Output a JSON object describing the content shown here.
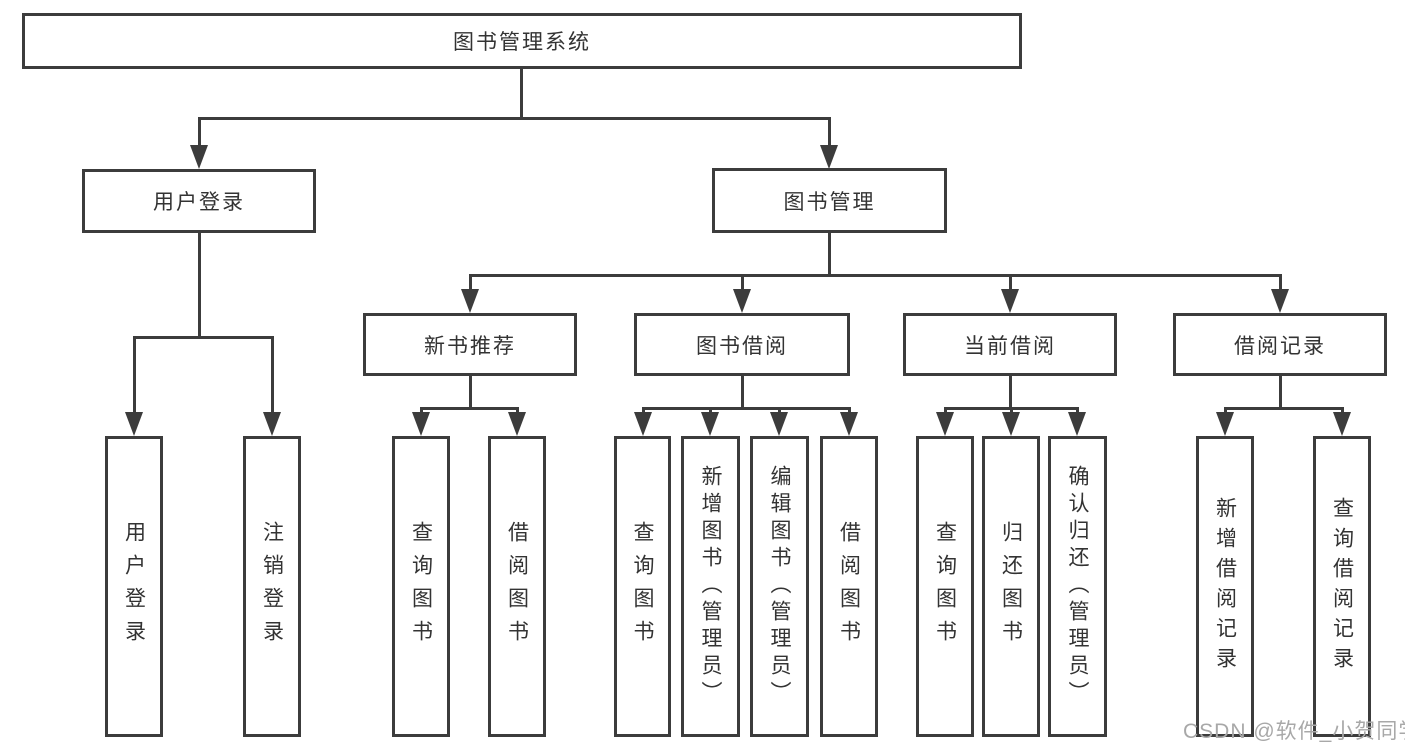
{
  "diagram": {
    "root": {
      "label": "图书管理系统"
    },
    "level2": [
      {
        "label": "用户登录"
      },
      {
        "label": "图书管理"
      }
    ],
    "level3": [
      {
        "label": "新书推荐"
      },
      {
        "label": "图书借阅"
      },
      {
        "label": "当前借阅"
      },
      {
        "label": "借阅记录"
      }
    ],
    "leaves": [
      {
        "label": "用户登录"
      },
      {
        "label": "注销登录"
      },
      {
        "label": "查询图书"
      },
      {
        "label": "借阅图书"
      },
      {
        "label": "查询图书"
      },
      {
        "label": "新增图书（管理员）"
      },
      {
        "label": "编辑图书（管理员）"
      },
      {
        "label": "借阅图书"
      },
      {
        "label": "查询图书"
      },
      {
        "label": "归还图书"
      },
      {
        "label": "确认归还（管理员）"
      },
      {
        "label": "新增借阅记录"
      },
      {
        "label": "查询借阅记录"
      }
    ]
  },
  "watermark": {
    "text": "CSDN @软件_小贺同学"
  },
  "colors": {
    "line": "#3c3c3c",
    "text": "#333333",
    "box_bg": "#ffffff",
    "canvas_bg": "#ffffff",
    "watermark": "#a8a8a8"
  }
}
